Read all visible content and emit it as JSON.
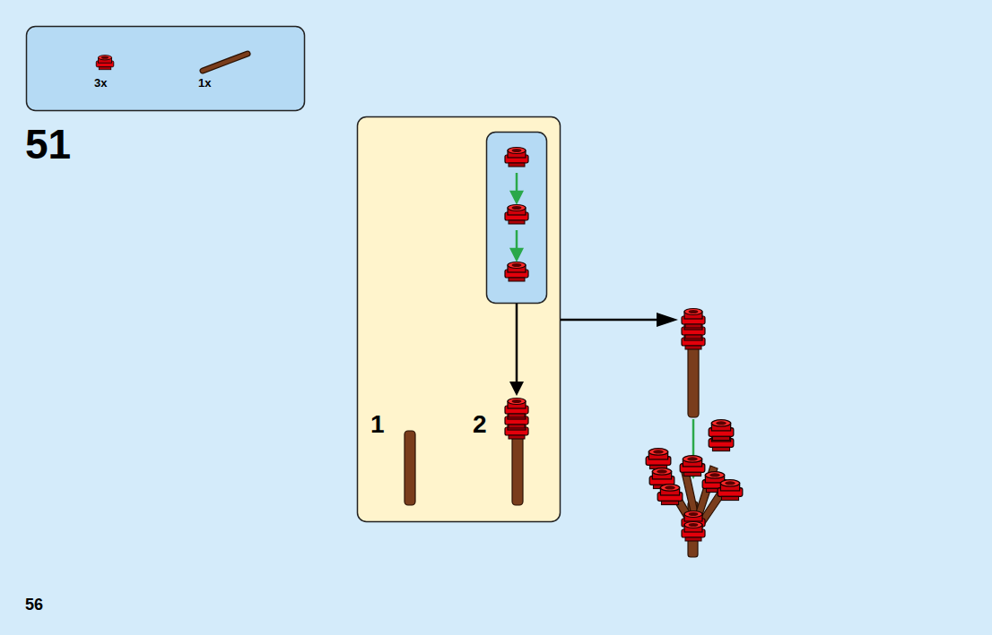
{
  "diagram": {
    "nodes": [
      {
        "text": [
          "3x",
          "1x"
        ]
      },
      {
        "text": [
          "1",
          "2"
        ]
      }
    ],
    "labels": [
      "51",
      "56"
    ]
  }
}
